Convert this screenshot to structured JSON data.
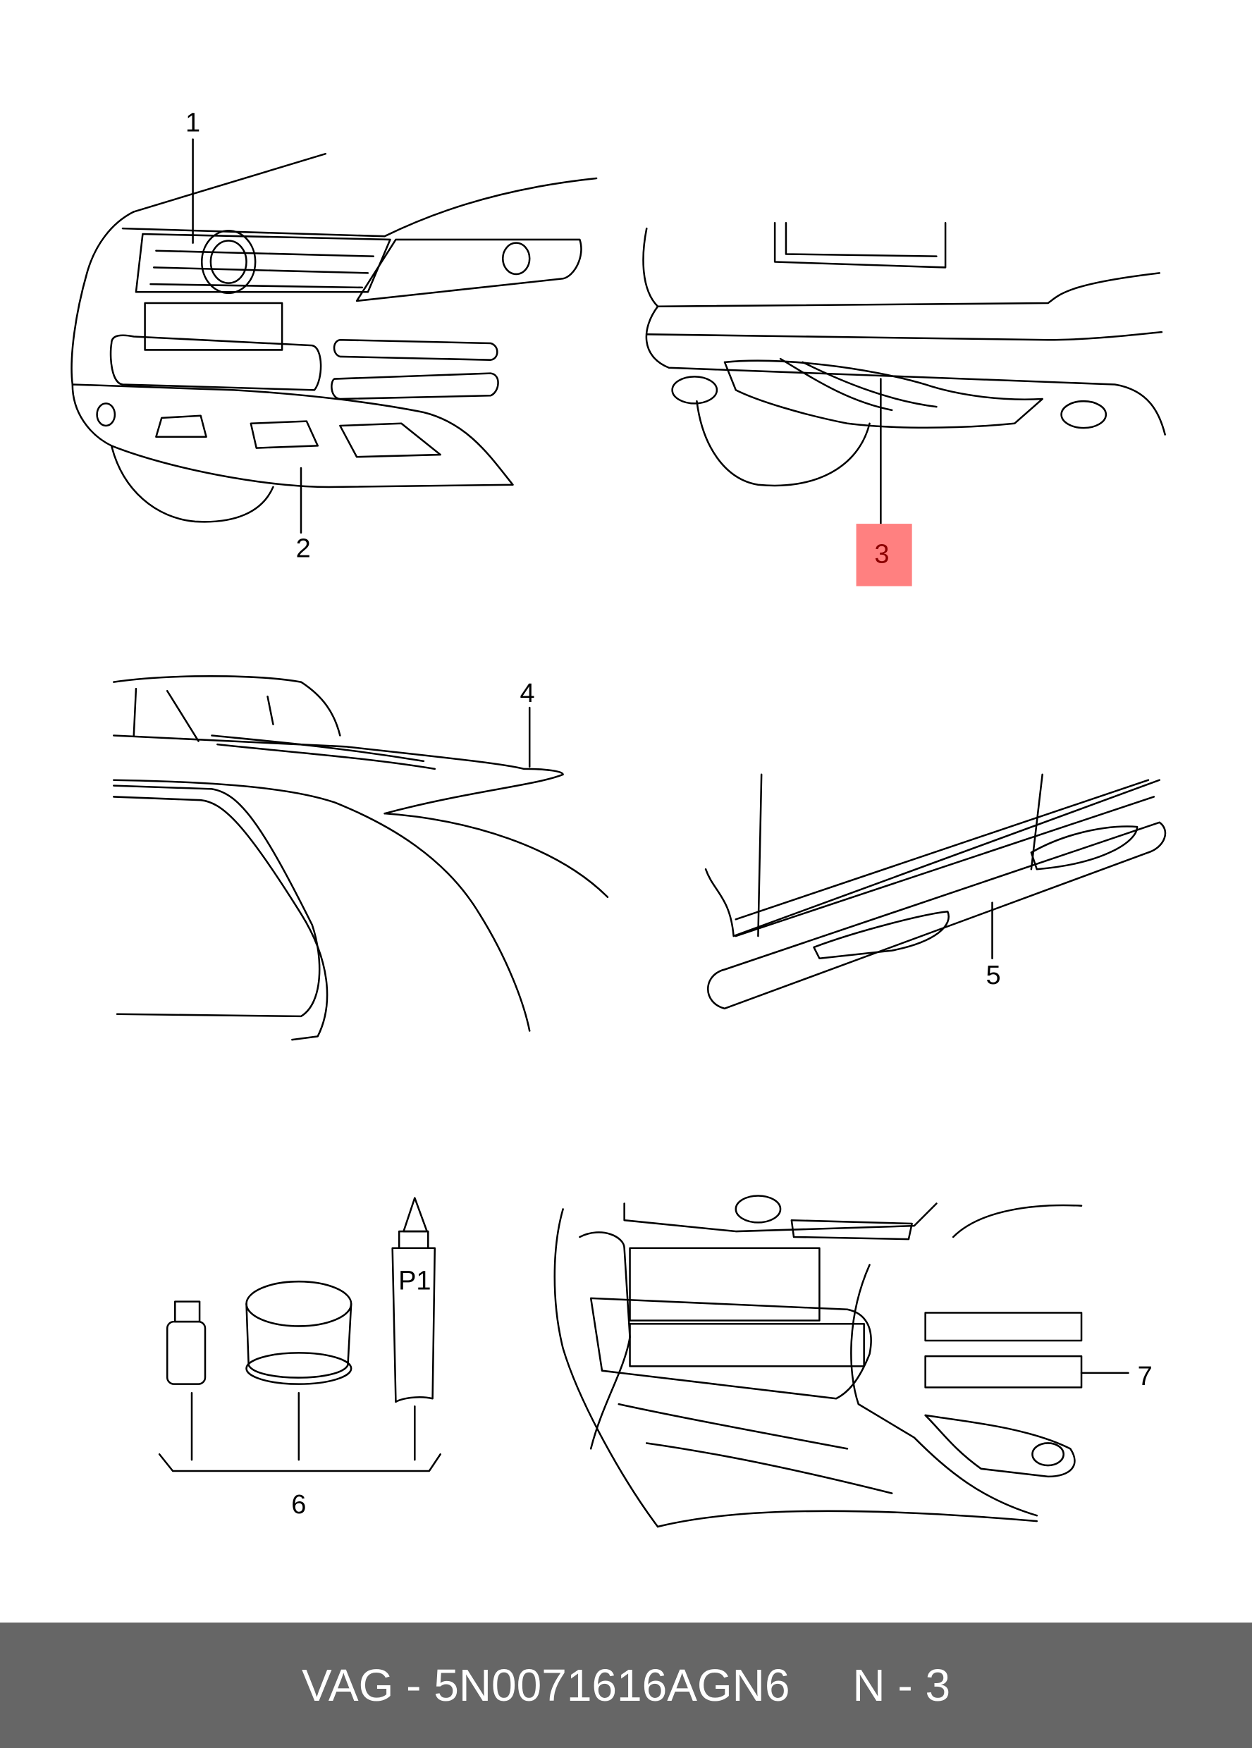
{
  "callouts": {
    "c1": "1",
    "c2": "2",
    "c3": "3",
    "c4": "4",
    "c5": "5",
    "c6": "6",
    "c7": "7",
    "tube_label": "P1"
  },
  "highlight_color": "#ff8080",
  "footer": {
    "text": "VAG - 5N0071616AGN6     N - 3"
  }
}
